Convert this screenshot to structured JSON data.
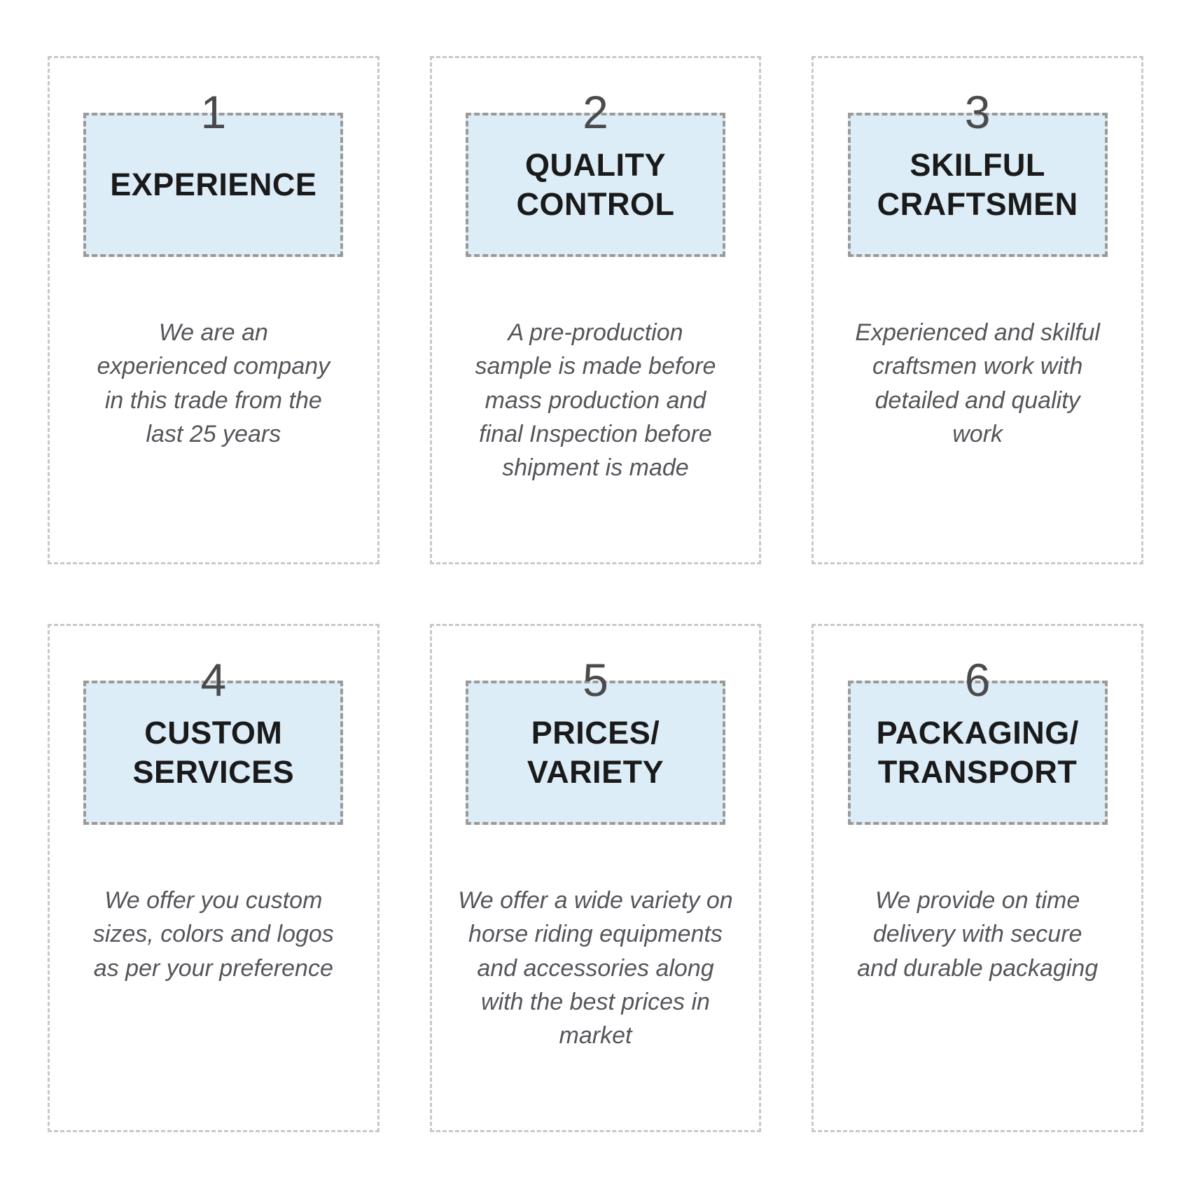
{
  "page": {
    "background": "#ffffff"
  },
  "colors": {
    "title_box_fill": "#ddedf8",
    "title_box_border": "#9b9a96",
    "card_border": "#c9c9c9",
    "number_color": "#4b4b4d",
    "title_color": "#1a1a1a",
    "description_color": "#54565b"
  },
  "cards": [
    {
      "number": "1",
      "title": "EXPERIENCE",
      "description": "We are an\nexperienced company\nin this trade from the\nlast 25 years"
    },
    {
      "number": "2",
      "title": "QUALITY\nCONTROL",
      "description": "A pre-production\nsample is made before\nmass production and\nfinal Inspection before\nshipment is made"
    },
    {
      "number": "3",
      "title": "SKILFUL\nCRAFTSMEN",
      "description": "Experienced and skilful\ncraftsmen work with\ndetailed and quality\nwork"
    },
    {
      "number": "4",
      "title": "CUSTOM\nSERVICES",
      "description": "We offer you custom\nsizes, colors and logos\nas per your preference"
    },
    {
      "number": "5",
      "title": "PRICES/\nVARIETY",
      "description": "We offer a wide variety on\nhorse riding equipments\nand accessories along\nwith the best prices in\nmarket"
    },
    {
      "number": "6",
      "title": "PACKAGING/\nTRANSPORT",
      "description": "We provide on time\ndelivery with secure\nand durable packaging"
    }
  ]
}
